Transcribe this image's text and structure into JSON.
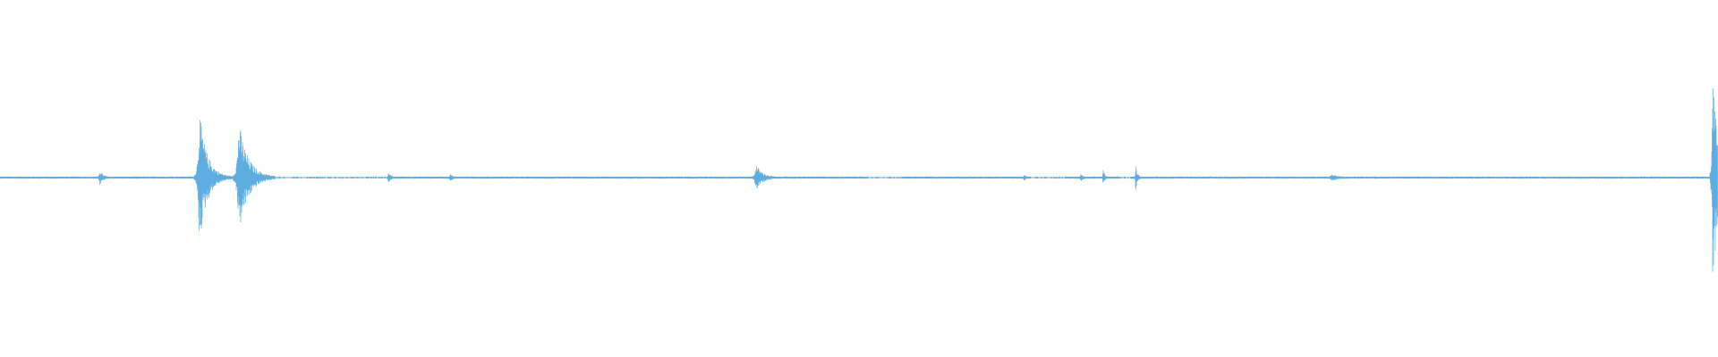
{
  "waveform": {
    "color": "#5DADE2",
    "background": "#FFFFFF",
    "bursts": [
      {
        "t": 0.058,
        "amp": 0.06,
        "width": 0.004
      },
      {
        "t": 0.116,
        "amp": 0.5,
        "width": 0.01
      },
      {
        "t": 0.139,
        "amp": 0.42,
        "width": 0.012
      },
      {
        "t": 0.226,
        "amp": 0.04,
        "width": 0.003
      },
      {
        "t": 0.262,
        "amp": 0.03,
        "width": 0.003
      },
      {
        "t": 0.44,
        "amp": 0.1,
        "width": 0.008
      },
      {
        "t": 0.596,
        "amp": 0.03,
        "width": 0.002
      },
      {
        "t": 0.629,
        "amp": 0.03,
        "width": 0.003
      },
      {
        "t": 0.642,
        "amp": 0.07,
        "width": 0.002
      },
      {
        "t": 0.661,
        "amp": 0.12,
        "width": 0.002
      },
      {
        "t": 0.775,
        "amp": 0.02,
        "width": 0.01
      },
      {
        "t": 0.997,
        "amp": 0.95,
        "width": 0.006
      }
    ],
    "gaps": [
      [
        0.16,
        0.225
      ],
      [
        0.505,
        0.525
      ],
      [
        0.6,
        0.62
      ],
      [
        0.652,
        0.658
      ]
    ]
  }
}
